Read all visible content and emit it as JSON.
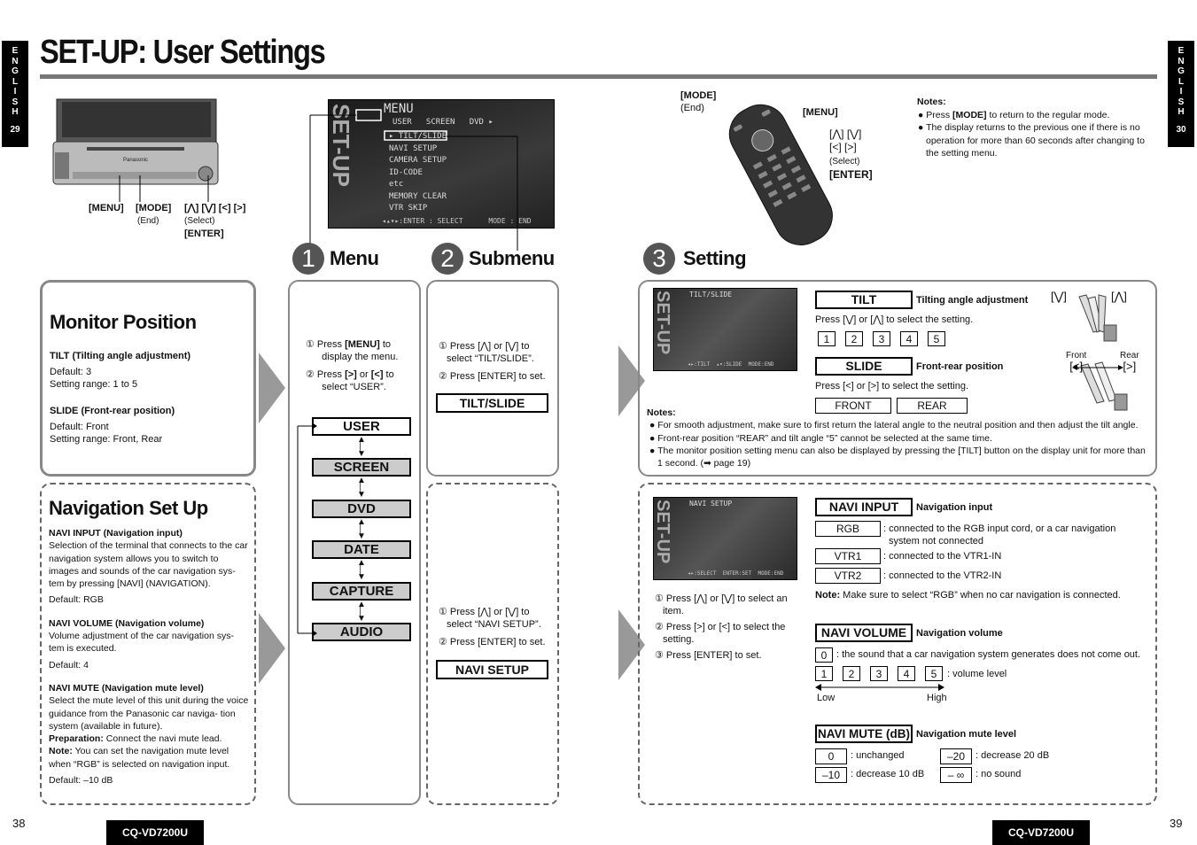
{
  "side": {
    "lang_letters": [
      "E",
      "N",
      "G",
      "L",
      "I",
      "S",
      "H"
    ],
    "left_page": "29",
    "right_page": "30"
  },
  "title": "SET-UP: User Settings",
  "unit_labels": {
    "menu": "[MENU]",
    "mode": "[MODE]",
    "mode_sub": "(End)",
    "arrows": "[⋀] [⋁] [<] [>]",
    "select": "(Select)",
    "enter": "[ENTER]"
  },
  "remote_labels": {
    "mode": "[MODE]",
    "mode_sub": "(End)",
    "menu": "[MENU]",
    "arrows1": "[⋀] [⋁]",
    "arrows2": "[<] [>]",
    "select": "(Select)",
    "enter": "[ENTER]"
  },
  "notes_top": {
    "title": "Notes:",
    "items": [
      "Press [MODE] to return to the regular mode.",
      "The display returns to the previous one if there is no operation for more than 60 seconds after changing to the setting menu."
    ]
  },
  "screen_menu": {
    "header": "MENU",
    "side": "SET-UP",
    "tabs": "USER   SCREEN   DVD ▸",
    "items": [
      "▸ TILT/SLIDE",
      "NAVI SETUP",
      "CAMERA SETUP",
      "ID-CODE",
      "etc",
      "MEMORY CLEAR",
      "VTR SKIP"
    ],
    "footer": "◂▴▾▸:ENTER : SELECT      MODE : END"
  },
  "steps": [
    {
      "num": "1",
      "label": "Menu"
    },
    {
      "num": "2",
      "label": "Submenu"
    },
    {
      "num": "3",
      "label": "Setting"
    }
  ],
  "monitor": {
    "heading": "Monitor Position",
    "tilt_title": "TILT (Tilting angle adjustment)",
    "tilt_default": "Default: 3",
    "tilt_range": "Setting range: 1 to 5",
    "slide_title": "SLIDE (Front-rear position)",
    "slide_default": "Default: Front",
    "slide_range": "Setting range: Front, Rear"
  },
  "menu_steps": {
    "s1a": "① Press ",
    "s1b": "[MENU]",
    "s1c": " to display the menu.",
    "s2a": "② Press ",
    "s2b": "[>]",
    "s2c": " or ",
    "s2d": "[<]",
    "s2e": " to select “USER”."
  },
  "menu_items": [
    "USER",
    "SCREEN",
    "DVD",
    "DATE",
    "CAPTURE",
    "AUDIO"
  ],
  "sub_steps1": {
    "s1": "① Press [⋀] or [⋁] to select “TILT/SLIDE”.",
    "s2": "② Press [ENTER] to set.",
    "tag": "TILT/SLIDE"
  },
  "sub_steps2": {
    "s1": "① Press [⋀] or [⋁] to select “NAVI SETUP”.",
    "s2": "② Press [ENTER] to set.",
    "tag": "NAVI SETUP"
  },
  "setting1": {
    "tilt_tag": "TILT",
    "tilt_desc": "Tilting angle adjustment",
    "tilt_press": "Press [⋁] or [⋀] to select the setting.",
    "tilt_values": [
      "1",
      "2",
      "3",
      "4",
      "5"
    ],
    "slide_tag": "SLIDE",
    "slide_desc": "Front-rear position",
    "slide_press": "Press [<] or [>] to select the setting.",
    "slide_values": [
      "FRONT",
      "REAR"
    ],
    "diag_v": "[⋁]",
    "diag_a": "[⋀]",
    "diag_front": "Front",
    "diag_rear": "Rear",
    "diag_l": "[<]",
    "diag_r": "[>]",
    "screen_title": "TILT/SLIDE",
    "screen_footer": "◂▸:TILT  ▴▾:SLIDE  MODE:END",
    "notes_title": "Notes:",
    "notes": [
      "For smooth adjustment, make sure to first return the lateral angle to the neutral position and then adjust the tilt angle.",
      "Front-rear position “REAR” and tilt angle “5” cannot be selected at the same time.",
      "The monitor position setting menu can also be displayed by pressing the [TILT] button on the display unit for more than 1 second. (➡ page 19)"
    ]
  },
  "navi": {
    "heading": "Navigation Set Up",
    "input_title": "NAVI INPUT (Navigation input)",
    "input_text": "Selection of the terminal that connects to the car navigation system allows you to switch to images and sounds of the car navigation sys- tem by pressing [NAVI] (NAVIGATION).",
    "input_default": "Default: RGB",
    "volume_title": "NAVI VOLUME (Navigation volume)",
    "volume_text": "Volume adjustment of the car navigation sys- tem is executed.",
    "volume_default": "Default: 4",
    "mute_title": "NAVI MUTE (Navigation mute level)",
    "mute_text": "Select the mute level of this unit during the voice guidance from the Panasonic car naviga- tion system (available in future).",
    "prep_label": "Preparation:",
    "prep_text": " Connect the navi mute lead.",
    "note_label": "Note:",
    "note_text": " You can set the navigation mute level when “RGB” is selected on navigation input.",
    "mute_default": "Default: –10 dB"
  },
  "setting2": {
    "steps": [
      "① Press [⋀] or [⋁] to select an item.",
      "② Press [>] or [<] to select the setting.",
      "③ Press [ENTER] to set."
    ],
    "screen_title": "NAVI SETUP",
    "screen_footer": "◂▸:SELECT  ENTER:SET  MODE:END",
    "input_tag": "NAVI INPUT",
    "input_desc": "Navigation input",
    "input_opts": [
      {
        "k": "RGB",
        "v": ": connected to the RGB input cord, or a car navigation system not connected"
      },
      {
        "k": "VTR1",
        "v": ": connected to the VTR1-IN"
      },
      {
        "k": "VTR2",
        "v": ": connected to the VTR2-IN"
      }
    ],
    "note_label": "Note:",
    "note_text": " Make sure to select “RGB” when no car navigation is connected.",
    "vol_tag": "NAVI VOLUME",
    "vol_desc": "Navigation volume",
    "vol_zero": "0",
    "vol_zero_text": ": the sound that a car navigation system generates does not come out.",
    "vol_values": [
      "1",
      "2",
      "3",
      "4",
      "5"
    ],
    "vol_level": ": volume level",
    "low": "Low",
    "high": "High",
    "mute_tag": "NAVI MUTE (dB)",
    "mute_desc": "Navigation mute level",
    "mute_opts": [
      {
        "k": "0",
        "v": ": unchanged"
      },
      {
        "k": "–10",
        "v": ": decrease 10 dB"
      },
      {
        "k": "–20",
        "v": ": decrease 20 dB"
      },
      {
        "k": "– ∞",
        "v": ": no sound"
      }
    ]
  },
  "footer": {
    "left_page": "38",
    "right_page": "39",
    "model": "CQ-VD7200U"
  }
}
